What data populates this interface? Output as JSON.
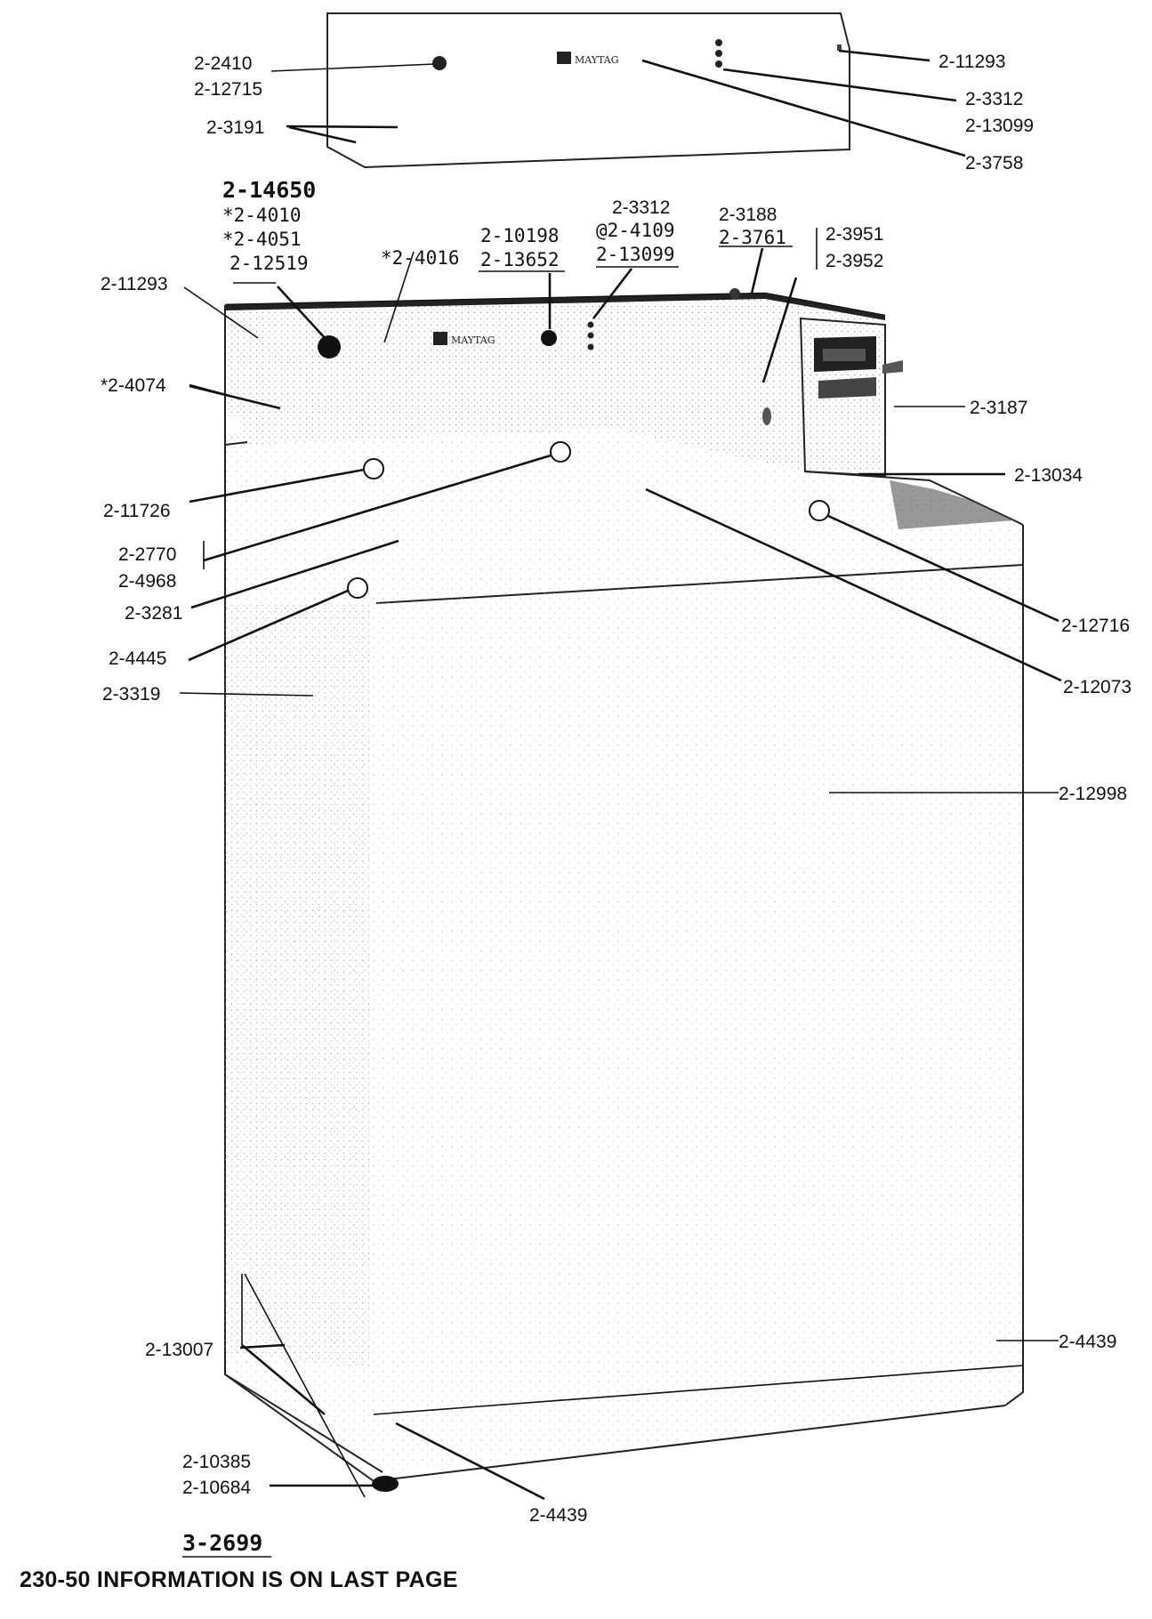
{
  "brand": "MAYTAG",
  "console_indicators": [
    "",
    ""
  ],
  "labels": {
    "top_2_2410": "2-2410",
    "top_2_12715": "2-12715",
    "top_2_3191": "2-3191",
    "top_2_11293": "2-11293",
    "top_2_3312": "2-3312",
    "top_2_13099": "2-13099",
    "top_2_3758": "2-3758",
    "main_2_14650": "2-14650",
    "main_2_4010": "*2-4010",
    "main_2_4051": "*2-4051",
    "main_2_12519": "2-12519",
    "main_2_4016": "*2-4016",
    "main_2_10198": "2-10198",
    "main_2_13652": "2-13652",
    "main_2_3312": "2-3312",
    "main_2_4109": "@2-4109",
    "main_2_13099": "2-13099",
    "main_2_3188": "2-3188",
    "main_2_3761": "2-3761",
    "main_2_3951": "2-3951",
    "main_2_3952": "2-3952",
    "main_2_11293": "2-11293",
    "main_2_4074": "*2-4074",
    "main_2_3187": "2-3187",
    "main_2_13034": "2-13034",
    "main_2_11726": "2-11726",
    "main_2_2770": "2-2770",
    "main_2_4968": "2-4968",
    "main_2_3281": "2-3281",
    "main_2_4445": "2-4445",
    "main_2_12716": "2-12716",
    "main_2_12073": "2-12073",
    "main_2_3319": "2-3319",
    "main_2_12998": "2-12998",
    "main_2_13007": "2-13007",
    "main_2_4439_right": "2-4439",
    "main_2_4439_bottom": "2-4439",
    "main_2_10385": "2-10385",
    "main_2_10684": "2-10684",
    "main_3_2699": "3-2699"
  },
  "footer_note": "230-50 INFORMATION IS  ON LAST PAGE"
}
